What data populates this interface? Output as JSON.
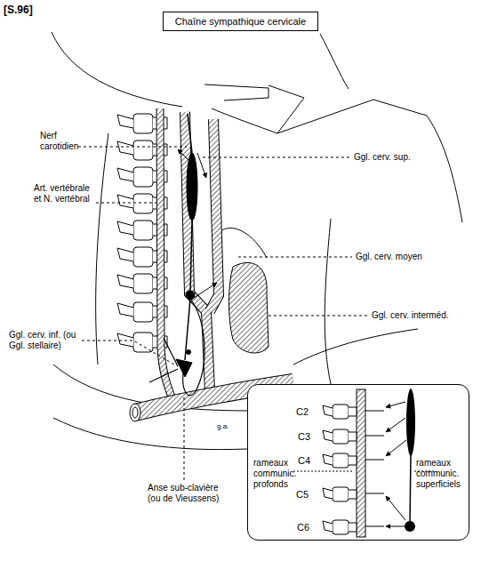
{
  "diagram": {
    "title": "Chaîne sympathique cervicale",
    "nodes": [
      {
        "text": [
          "C2",
          "C3",
          "C4",
          "C5",
          "C6",
          "rameaux communic. profonds",
          "rameaux communic. superficiels"
        ]
      }
    ],
    "labels": [
      "[S.96]",
      "Nerf carotidien",
      "Art. vertébrale et N. vertébral",
      "Ggl. cerv. sup.",
      "Ggl. cerv. moyen",
      "Ggl. cerv. interméd.",
      "Ggl. cerv. inf. (ou Ggl. stellaire)",
      "Anse sub-clavière (ou de Vieussens)",
      "g.a."
    ]
  }
}
